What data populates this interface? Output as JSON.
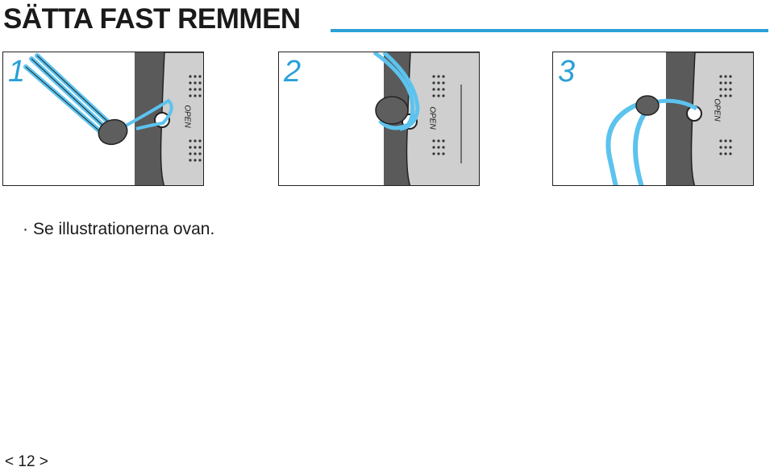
{
  "page": {
    "title": "SÄTTA FAST REMMEN",
    "steps": [
      {
        "number": "1",
        "label": "OPEN"
      },
      {
        "number": "2",
        "label": "OPEN"
      },
      {
        "number": "3",
        "label": "OPEN"
      }
    ],
    "instruction_bullet": "·",
    "instruction": "Se illustrationerna ovan.",
    "page_number": "< 12 >"
  },
  "colors": {
    "accent": "#2aa0d8",
    "strap_blue": "#5cc3ee",
    "camera_gray": "#c9c9c9",
    "body_dark": "#5a5a5a"
  }
}
